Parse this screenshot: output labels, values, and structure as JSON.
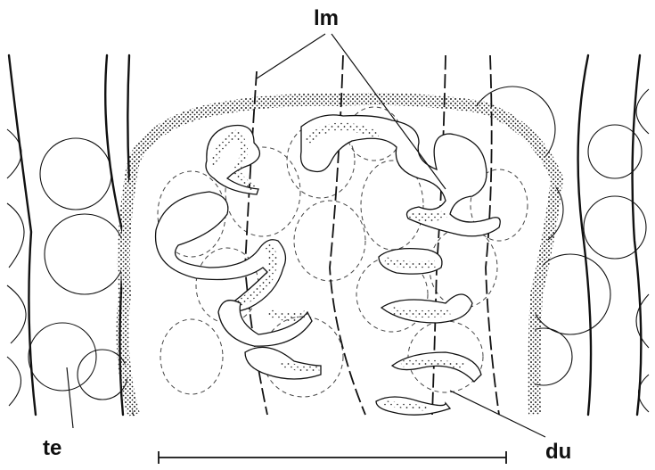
{
  "labels": {
    "lm": "lm",
    "te": "te",
    "du": "du"
  },
  "colors": {
    "ink": "#111111",
    "background": "#ffffff",
    "stipple": "#222222"
  }
}
